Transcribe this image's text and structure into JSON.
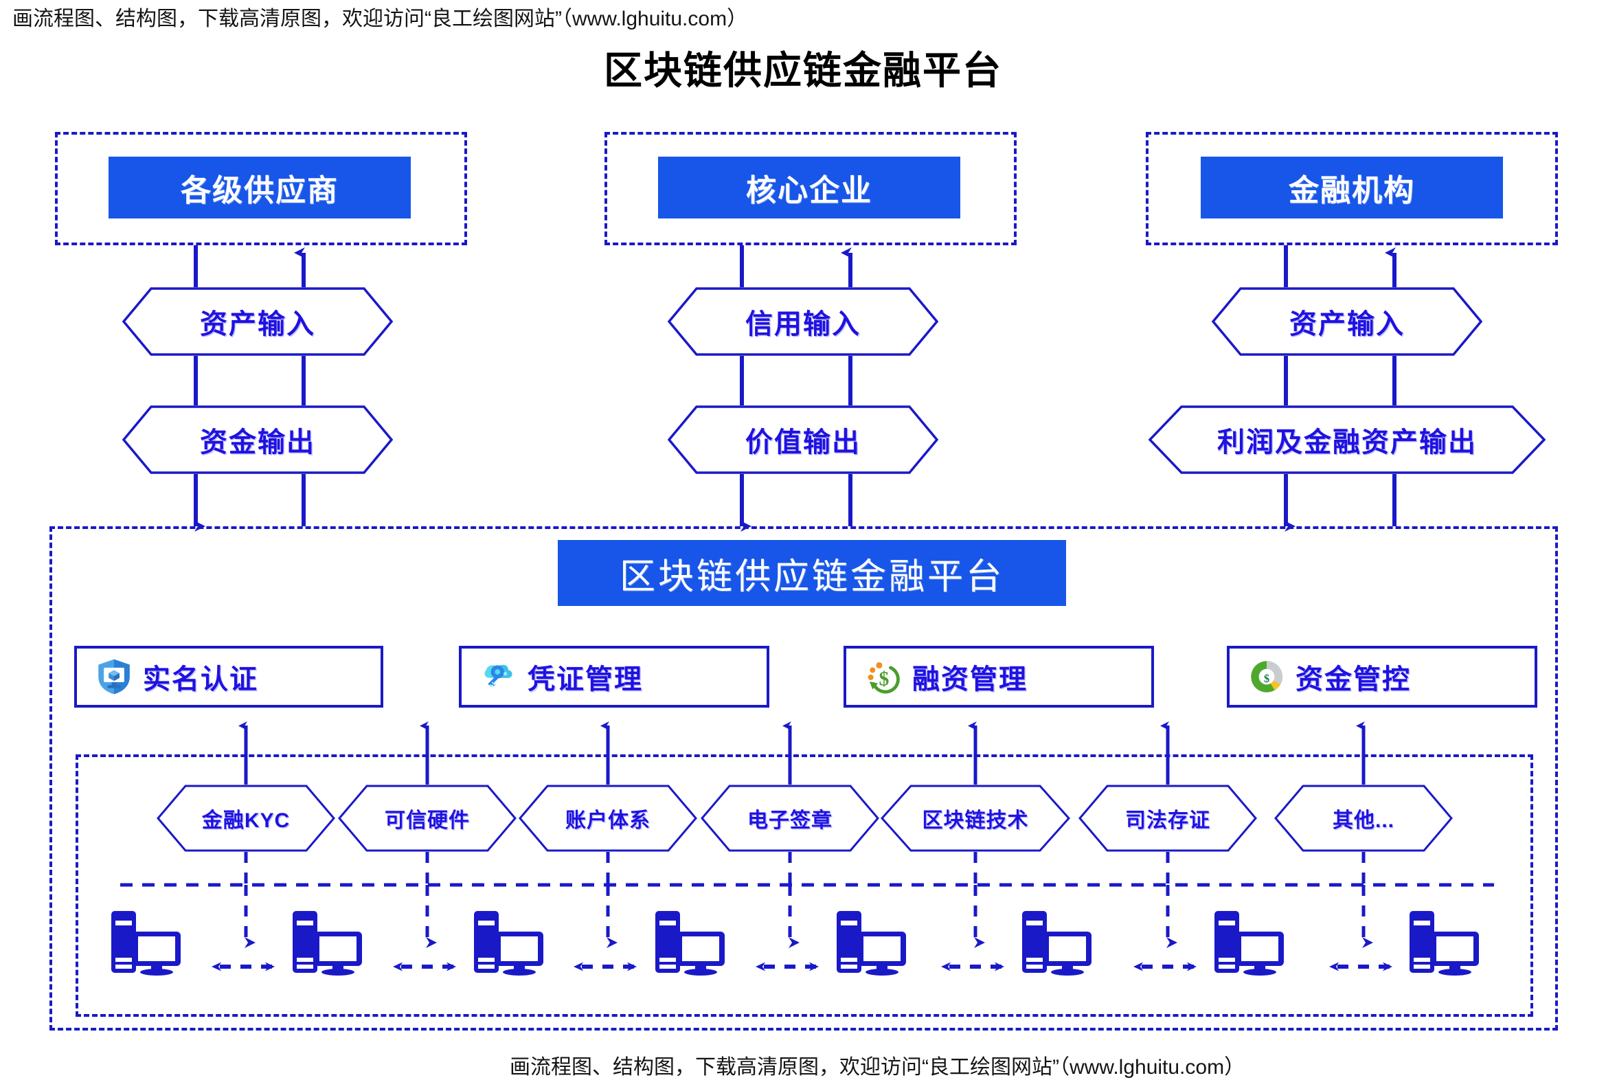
{
  "watermark": {
    "prefix": "画流程图、结构图，下载高清原图，欢迎访问“",
    "site": "良工绘图网站",
    "suffix": "”（www.lghuitu.com）",
    "full": "画流程图、结构图，下载高清原图，欢迎访问“良工绘图网站”（www.lghuitu.com）"
  },
  "title": "区块链供应链金融平台",
  "colors": {
    "brand_blue": "#1756e8",
    "line_blue": "#1a19c8",
    "text_blue": "#1f12e0",
    "title_black": "#000000",
    "white": "#ffffff"
  },
  "actors": [
    {
      "name": "各级供应商",
      "flows": [
        "资产输入",
        "资金输出"
      ]
    },
    {
      "name": "核心企业",
      "flows": [
        "信用输入",
        "价值输出"
      ]
    },
    {
      "name": "金融机构",
      "flows": [
        "资产输入",
        "利润及金融资产输出"
      ]
    }
  ],
  "platform": {
    "label": "区块链供应链金融平台",
    "features": [
      {
        "label": "实名认证",
        "icon": "shield-monitor-icon"
      },
      {
        "label": "凭证管理",
        "icon": "cloud-key-icon"
      },
      {
        "label": "融资管理",
        "icon": "dollar-recycle-icon"
      },
      {
        "label": "资金管控",
        "icon": "donut-dollar-icon"
      }
    ],
    "technologies": [
      "金融KYC",
      "可信硬件",
      "账户体系",
      "电子签章",
      "区块链技术",
      "司法存证",
      "其他..."
    ],
    "node_count": 8,
    "node_icon": "desktop-computer-icon"
  }
}
